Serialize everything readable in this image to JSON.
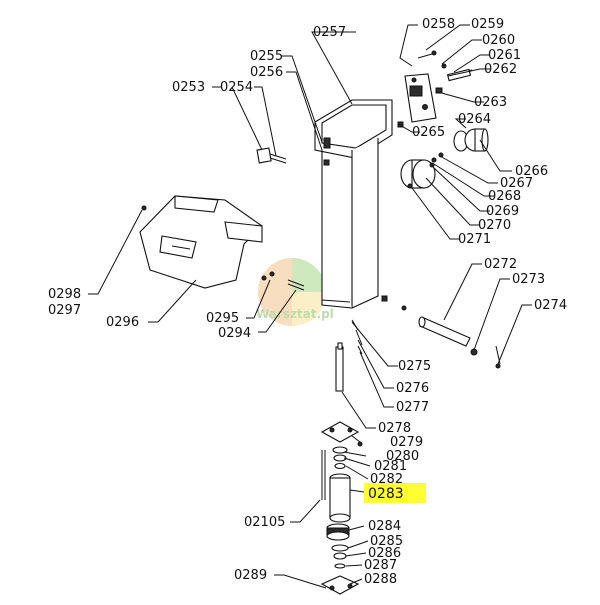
{
  "diagram": {
    "watermark": "Warsztat.pl",
    "highlight_label": "0283",
    "labels": {
      "p0253": "0253",
      "p0254": "0254",
      "p0255": "0255",
      "p0256": "0256",
      "p0257": "0257",
      "p0258": "0258",
      "p0259": "0259",
      "p0260": "0260",
      "p0261": "0261",
      "p0262": "0262",
      "p0263": "0263",
      "p0264": "0264",
      "p0265": "0265",
      "p0266": "0266",
      "p0267": "0267",
      "p0268": "0268",
      "p0269": "0269",
      "p0270": "0270",
      "p0271": "0271",
      "p0272": "0272",
      "p0273": "0273",
      "p0274": "0274",
      "p0275": "0275",
      "p0276": "0276",
      "p0277": "0277",
      "p0278": "0278",
      "p0279": "0279",
      "p0280": "0280",
      "p0281": "0281",
      "p0282": "0282",
      "p0283": "0283",
      "p0284": "0284",
      "p0285": "0285",
      "p0286": "0286",
      "p0287": "0287",
      "p0288": "0288",
      "p0289": "0289",
      "p0294": "0294",
      "p0295": "0295",
      "p0296": "0296",
      "p0297": "0297",
      "p0298": "0298",
      "p02105": "02105"
    }
  }
}
